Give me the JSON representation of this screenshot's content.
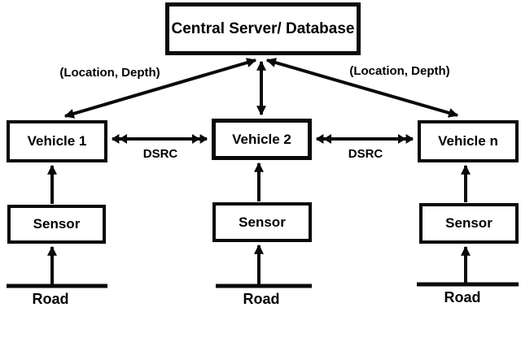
{
  "nodes": {
    "central_server": "Central Server/ Database",
    "vehicle_1": "Vehicle 1",
    "vehicle_2": "Vehicle 2",
    "vehicle_n": "Vehicle n",
    "sensor_1": "Sensor",
    "sensor_2": "Sensor",
    "sensor_n": "Sensor"
  },
  "edge_labels": {
    "location_depth_left": "(Location, Depth)",
    "location_depth_right": "(Location, Depth)",
    "dsrc_left": "DSRC",
    "dsrc_right": "DSRC"
  },
  "ground_labels": {
    "road_1": "Road",
    "road_2": "Road",
    "road_n": "Road"
  },
  "colors": {
    "line": "#0a0a0a",
    "background": "#ffffff",
    "box_fill": "#ffffff"
  }
}
